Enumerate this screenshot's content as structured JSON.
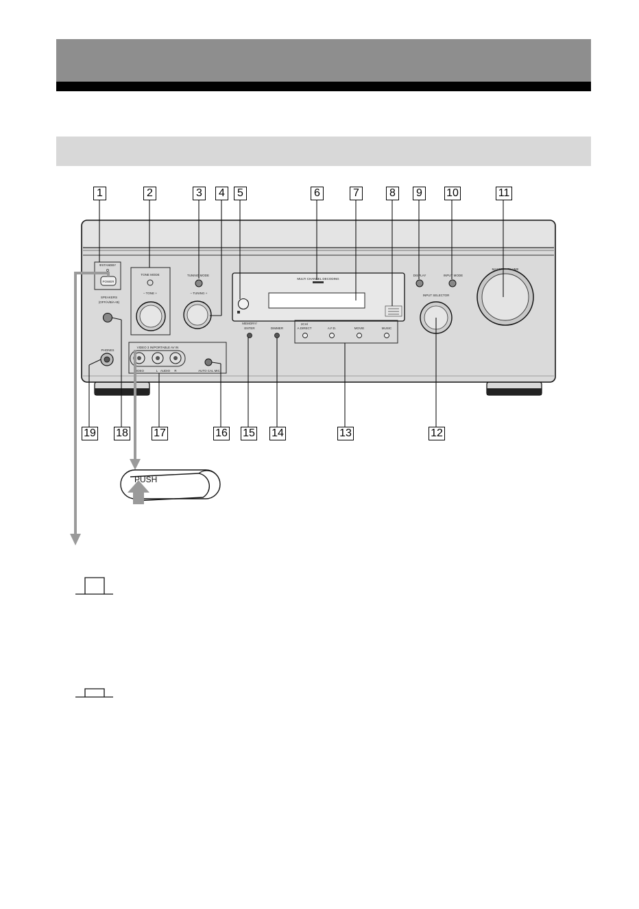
{
  "callouts_top": [
    {
      "id": "callout-1",
      "text": "1"
    },
    {
      "id": "callout-2",
      "text": "2"
    },
    {
      "id": "callout-3",
      "text": "3"
    },
    {
      "id": "callout-4",
      "text": "4"
    },
    {
      "id": "callout-5",
      "text": "5"
    },
    {
      "id": "callout-6",
      "text": "6"
    },
    {
      "id": "callout-7",
      "text": "7"
    },
    {
      "id": "callout-8",
      "text": "8"
    },
    {
      "id": "callout-9",
      "text": "9"
    },
    {
      "id": "callout-10",
      "text": "10"
    },
    {
      "id": "callout-11",
      "text": "11"
    }
  ],
  "callouts_bottom": [
    {
      "id": "callout-19",
      "text": "19"
    },
    {
      "id": "callout-18",
      "text": "18"
    },
    {
      "id": "callout-17",
      "text": "17"
    },
    {
      "id": "callout-16",
      "text": "16"
    },
    {
      "id": "callout-15",
      "text": "15"
    },
    {
      "id": "callout-14",
      "text": "14"
    },
    {
      "id": "callout-13",
      "text": "13"
    },
    {
      "id": "callout-12",
      "text": "12"
    }
  ],
  "panel_labels": {
    "standby": "ΦSTANDBY",
    "power": "POWER",
    "speakers_1": "SPEAKERS",
    "speakers_2": "(OFF/A/B/A+B)",
    "phones": "PHONES",
    "tone_mode": "TONE MODE",
    "tone": "–  TONE  +",
    "tuning_mode": "TUNING MODE",
    "tuning": "–  TUNING  +",
    "multi_channel": "MULTI CHANNEL DECODING",
    "display": "DISPLAY",
    "input_mode": "INPUT MODE",
    "master_volume": "MASTER VOLUME",
    "input_selector": "INPUT SELECTOR",
    "memory_1": "MEMORY/",
    "memory_2": "ENTER",
    "dimmer": "DIMMER",
    "video3": "VIDEO 3  IN/PORTABLE AV IN",
    "jack_video": "VIDEO",
    "jack_l": "L",
    "jack_audio": "AUDIO",
    "jack_r": "R",
    "auto_cal": "AUTO CAL MIC",
    "mode_2ch": "2CH/",
    "mode_adirect": "A.DIRECT",
    "mode_afd": "A.F.D.",
    "mode_movie": "MOVIE",
    "mode_music": "MUSIC"
  },
  "push_label": "PUSH"
}
